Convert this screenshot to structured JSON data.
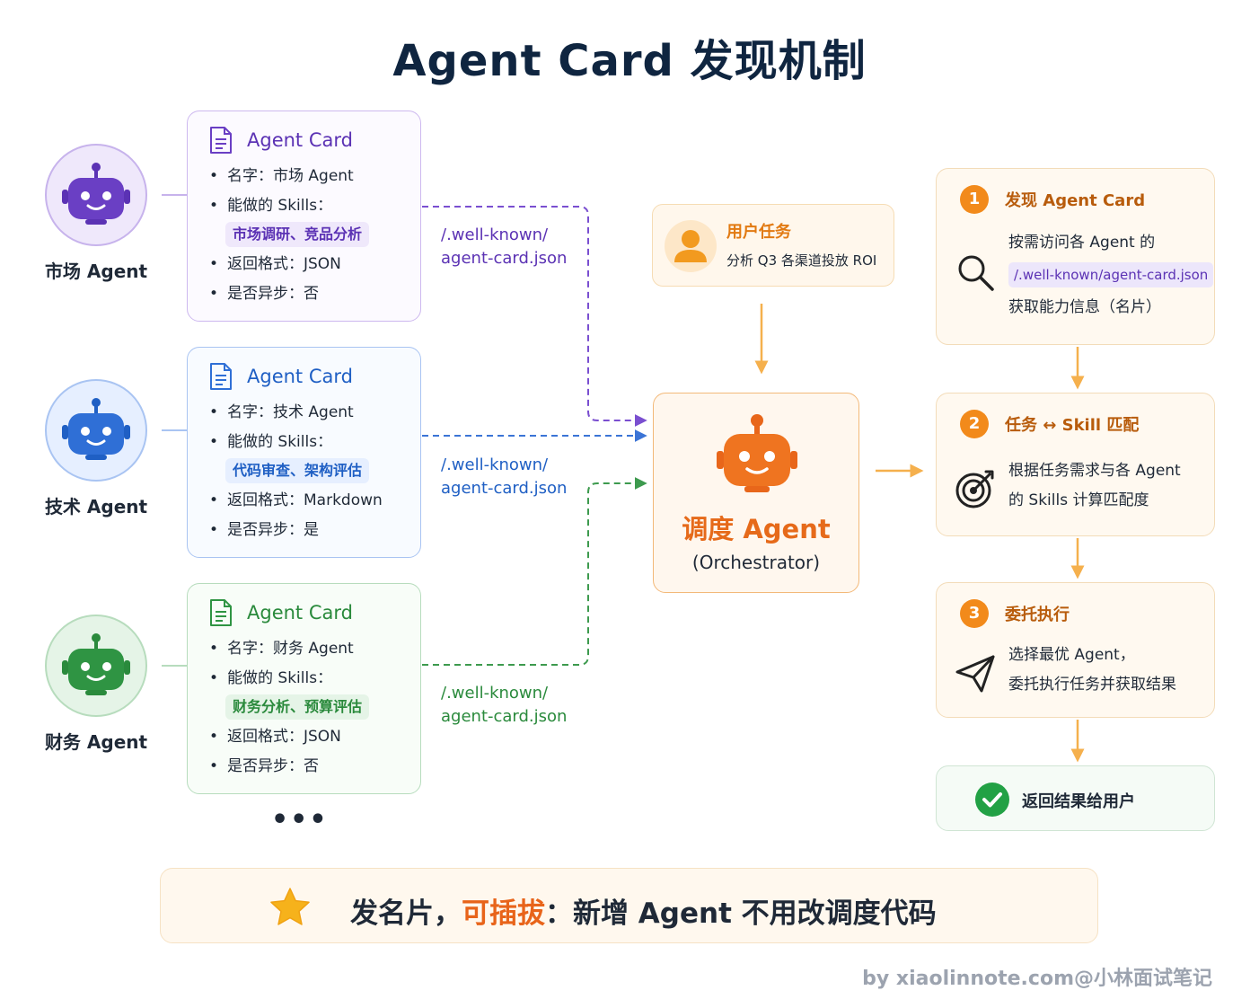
{
  "title": "Agent Card 发现机制",
  "colors": {
    "purple": "#5b32b4",
    "blue": "#1f5fc4",
    "green": "#2a8a3c",
    "orange": "#f28a1b",
    "navy": "#0f2540"
  },
  "agents": [
    {
      "name": "市场 Agent",
      "icon": "robot-icon",
      "card_title": "Agent Card",
      "name_line": "名字：市场 Agent",
      "skills_label": "能做的 Skills：",
      "skills": "市场调研、竞品分析",
      "format_line": "返回格式：JSON",
      "async_line": "是否异步：否",
      "path_line1": "/.well-known/",
      "path_line2": "agent-card.json"
    },
    {
      "name": "技术 Agent",
      "icon": "robot-icon",
      "card_title": "Agent Card",
      "name_line": "名字：技术 Agent",
      "skills_label": "能做的 Skills：",
      "skills": "代码审查、架构评估",
      "format_line": "返回格式：Markdown",
      "async_line": "是否异步：是",
      "path_line1": "/.well-known/",
      "path_line2": "agent-card.json"
    },
    {
      "name": "财务 Agent",
      "icon": "robot-icon",
      "card_title": "Agent Card",
      "name_line": "名字：财务 Agent",
      "skills_label": "能做的 Skills：",
      "skills": "财务分析、预算评估",
      "format_line": "返回格式：JSON",
      "async_line": "是否异步：否",
      "path_line1": "/.well-known/",
      "path_line2": "agent-card.json"
    }
  ],
  "ellipsis": "•••",
  "user_task": {
    "title": "用户任务",
    "desc": "分析 Q3 各渠道投放 ROI",
    "icon": "user-icon"
  },
  "orchestrator": {
    "name": "调度 Agent",
    "sub": "(Orchestrator)",
    "icon": "robot-icon"
  },
  "steps": [
    {
      "num": "1",
      "title": "发现 Agent Card",
      "line1": "按需访问各 Agent 的",
      "path": "/.well-known/agent-card.json",
      "line2": "获取能力信息（名片）",
      "icon": "search-icon"
    },
    {
      "num": "2",
      "title": "任务 ↔ Skill 匹配",
      "line1": "根据任务需求与各 Agent",
      "line2": "的 Skills 计算匹配度",
      "icon": "target-icon"
    },
    {
      "num": "3",
      "title": "委托执行",
      "line1": "选择最优 Agent，",
      "line2": "委托执行任务并获取结果",
      "icon": "send-icon"
    }
  ],
  "result": {
    "text": "返回结果给用户",
    "icon": "check-circle-icon"
  },
  "banner": {
    "part1": "发名片，",
    "highlight": "可插拔",
    "part2": "：新增 Agent 不用改调度代码",
    "icon": "star-icon"
  },
  "credit": "by xiaolinnote.com@小林面试笔记"
}
